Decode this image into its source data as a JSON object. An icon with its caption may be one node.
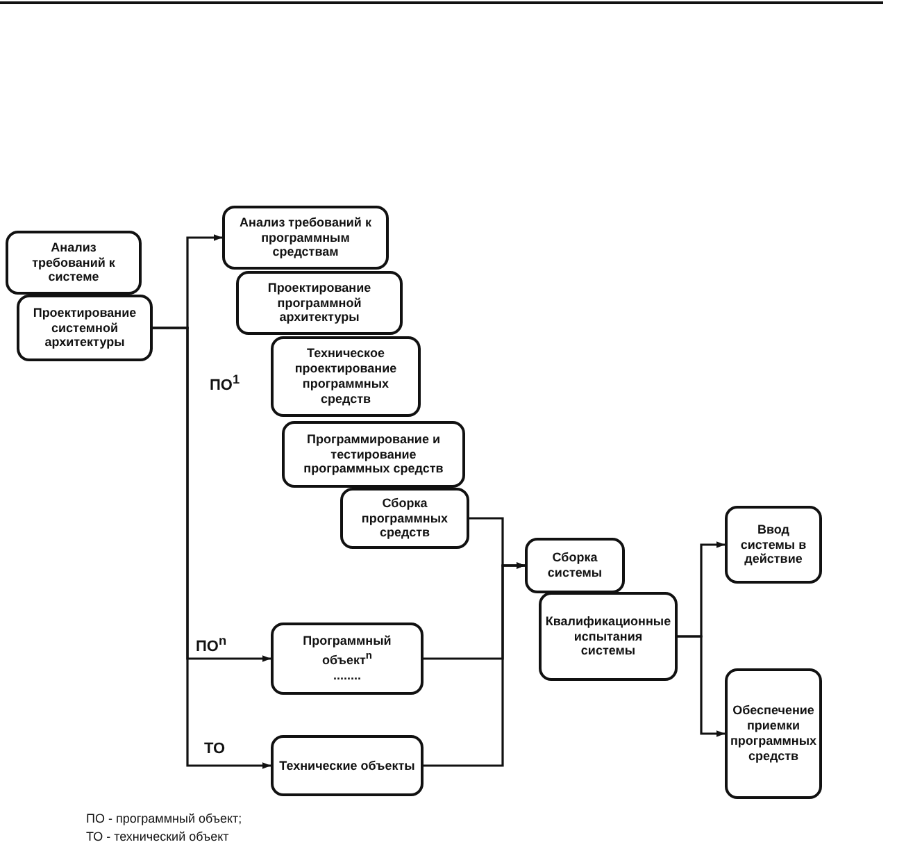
{
  "diagram": {
    "nodes": [
      {
        "text": [
          "Анализ требований к системе"
        ]
      },
      {
        "text": [
          "Проектирование системной архитектуры"
        ]
      },
      {
        "text": [
          "Анализ требований к программным средствам"
        ]
      },
      {
        "text": [
          "Проектирование программной архитектуры"
        ]
      },
      {
        "text": [
          "Техническое проектирование программных средств"
        ]
      },
      {
        "text": [
          "Программирование и тестирование программных средств"
        ]
      },
      {
        "text": [
          "Сборка программных средств"
        ]
      },
      {
        "text": [
          "Программный объект$^{n}$",
          "........"
        ]
      },
      {
        "text": [
          "Технические объекты"
        ]
      },
      {
        "text": [
          "Сборка системы"
        ]
      },
      {
        "text": [
          "Квалификационные испытания системы"
        ]
      },
      {
        "text": [
          "Ввод системы в действие"
        ]
      },
      {
        "text": [
          "Обеспечение приемки программных средств"
        ]
      }
    ],
    "edges": [
      {
        "from": 1,
        "to": 2,
        "arrow": "to",
        "label": "ПО$^{1}$"
      },
      {
        "from": 1,
        "to": 7,
        "arrow": "to",
        "label": "ПО$^{n}$"
      },
      {
        "from": 1,
        "to": 8,
        "arrow": "to",
        "label": "ТО"
      },
      {
        "from": 6,
        "to": 9,
        "arrow": "to"
      },
      {
        "from": 7,
        "to": 9,
        "arrow": "to"
      },
      {
        "from": 8,
        "to": 9,
        "arrow": "to"
      },
      {
        "from": 10,
        "to": 11,
        "arrow": "to"
      },
      {
        "from": 10,
        "to": 12,
        "arrow": "to"
      }
    ],
    "labels": [
      "ПО - программный объект;",
      "ТО - технический объект"
    ]
  }
}
